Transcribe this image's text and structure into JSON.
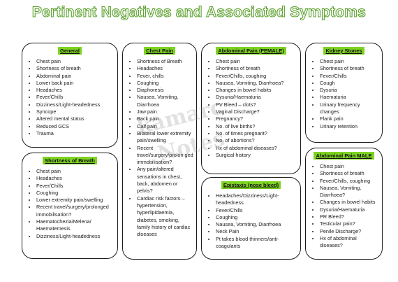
{
  "title": "Pertinent Negatives and Associated Symptoms",
  "watermark": [
    "kamarc",
    "Notes"
  ],
  "colors": {
    "header_highlight": "#7ed321",
    "title_outline": "#5aa02c",
    "border": "#1b1b1b"
  },
  "cards": {
    "general": {
      "header": "General",
      "items": [
        "Chest pain",
        "Shortness of breath",
        "Abdominal pain",
        "Lower back pain",
        "Headaches",
        "Fever/Chills",
        "Dizziness/Light-headedness",
        "Syncope",
        "Altered mental status",
        "Reduced GCS",
        "Trauma"
      ]
    },
    "sob": {
      "header": "Shortness of Breath",
      "items": [
        "Chest pain",
        "Headaches",
        "Fever/Chills",
        "Coughing",
        "Lower extremity pain/swelling",
        "Recent travel/surgery/prolonged immobilisation?",
        "Haematochezia/Melena/ Haematemesis",
        "Dizziness/Light-headedness"
      ]
    },
    "chest": {
      "header": "Chest Pain",
      "items": [
        "Shortness of Breath",
        "Headaches",
        "Fever, chills",
        "Coughing",
        "Diaphoresis",
        "Nausea, Vomiting, Diarrhoea",
        "Jaw pain",
        "Back pain",
        "Calf pain",
        "Bilateral lower extremity pain/swelling",
        "Recent travel/surgery/prolon ged immobilisation?",
        "Any pain/altered sensations in chest, back, abdomen or pelvis?",
        "Cardiac risk factors – hypertension, hyperlipidaemia, diabetes, smoking, family history of cardiac diseases"
      ]
    },
    "abd_female": {
      "header": "Abdominal Pain (FEMALE)",
      "items": [
        "Chest pain",
        "Shortness of breath",
        "Fever/Chills, coughing",
        "Nausea, Vomiting, Diarrhoea?",
        "Changes in bowel habits",
        "Dysuria/Haematuria",
        "PV Bleed – clots?",
        "Vaginal Discharge?",
        "Pregnancy?",
        "No. of live births?",
        "No. of times pregnant?",
        "No. of abortions?",
        "Hx of abdominal diseases?",
        "Surgical history"
      ]
    },
    "epistaxis": {
      "header": "Epistaxis (nose bleed)",
      "items": [
        "Headaches/Dizziness/Light-headedness",
        "Fever/Chills",
        "Coughing",
        "Nausea, Vomiting, Diarrhoea",
        "Neck Pain",
        "Pt takes blood thinners/anti-coagulants"
      ]
    },
    "kidney": {
      "header": "Kidney Stones",
      "items": [
        "Chest pain",
        "Shortness of breath",
        "Fever/Chills",
        "Cough",
        "Dysuria",
        "Haematuria",
        "Urinary frequency changes",
        "Flank pain",
        "Urinary retention"
      ]
    },
    "abd_male": {
      "header": "Abdominal Pain MALE",
      "items": [
        "Chest pain",
        "Shortness of breath",
        "Fever/Chills, coughing",
        "Nausea, Vomiting, Diarrhoea?",
        "Changes in bowel habits",
        "Dysuria/Haematuria",
        "PR Bleed?",
        "Testicular pain?",
        "Penile Discharge?",
        "Hx of abdominal diseases?"
      ]
    }
  }
}
